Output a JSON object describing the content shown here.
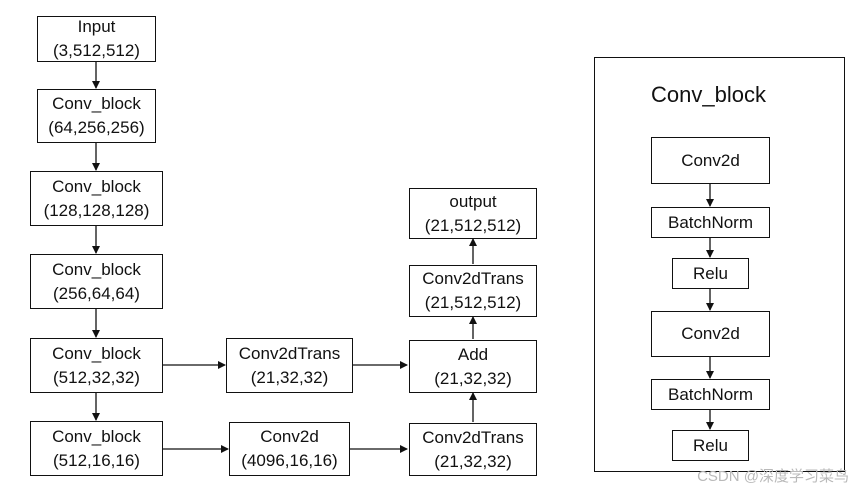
{
  "left_column": [
    {
      "name": "Input",
      "shape": "(3,512,512)"
    },
    {
      "name": "Conv_block",
      "shape": "(64,256,256)"
    },
    {
      "name": "Conv_block",
      "shape": "(128,128,128)"
    },
    {
      "name": "Conv_block",
      "shape": "(256,64,64)"
    },
    {
      "name": "Conv_block",
      "shape": "(512,32,32)"
    },
    {
      "name": "Conv_block",
      "shape": "(512,16,16)"
    }
  ],
  "middle": {
    "upper": {
      "name": "Conv2dTrans",
      "shape": "(21,32,32)"
    },
    "lower": {
      "name": "Conv2d",
      "shape": "(4096,16,16)"
    }
  },
  "right_column": {
    "output": {
      "name": "output",
      "shape": "(21,512,512)"
    },
    "upsample": {
      "name": "Conv2dTrans",
      "shape": "(21,512,512)"
    },
    "add": {
      "name": "Add",
      "shape": "(21,32,32)"
    },
    "lower_trans": {
      "name": "Conv2dTrans",
      "shape": "(21,32,32)"
    }
  },
  "conv_block_panel": {
    "title": "Conv_block",
    "layers": [
      "Conv2d",
      "BatchNorm",
      "Relu",
      "Conv2d",
      "BatchNorm",
      "Relu"
    ]
  },
  "watermark": "CSDN @深度学习菜鸟"
}
